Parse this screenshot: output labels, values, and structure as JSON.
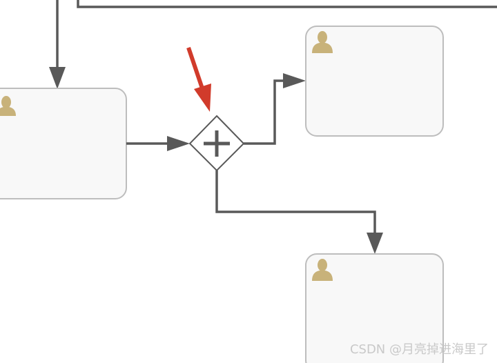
{
  "diagram": {
    "type": "bpmn",
    "colors": {
      "flow": "#595959",
      "task_fill": "#f8f8f8",
      "task_border": "#bdbdbd",
      "user_icon": "#c8b27a",
      "highlight_arrow": "#d13b2b",
      "watermark": "#c9c9c9"
    },
    "nodes": [
      {
        "id": "task-left",
        "kind": "user-task",
        "icon": "user-icon"
      },
      {
        "id": "gateway",
        "kind": "parallel-gateway",
        "icon": "plus-icon"
      },
      {
        "id": "task-upper-right",
        "kind": "user-task",
        "icon": "user-icon"
      },
      {
        "id": "task-lower-right",
        "kind": "user-task",
        "icon": "user-icon"
      }
    ],
    "edges": [
      {
        "from": "task-left",
        "to": "gateway"
      },
      {
        "from": "gateway",
        "to": "task-upper-right"
      },
      {
        "from": "gateway",
        "to": "task-lower-right"
      }
    ],
    "highlight": {
      "target": "gateway",
      "icon": "red-arrow-icon"
    }
  },
  "watermark": "CSDN @月亮掉进海里了"
}
